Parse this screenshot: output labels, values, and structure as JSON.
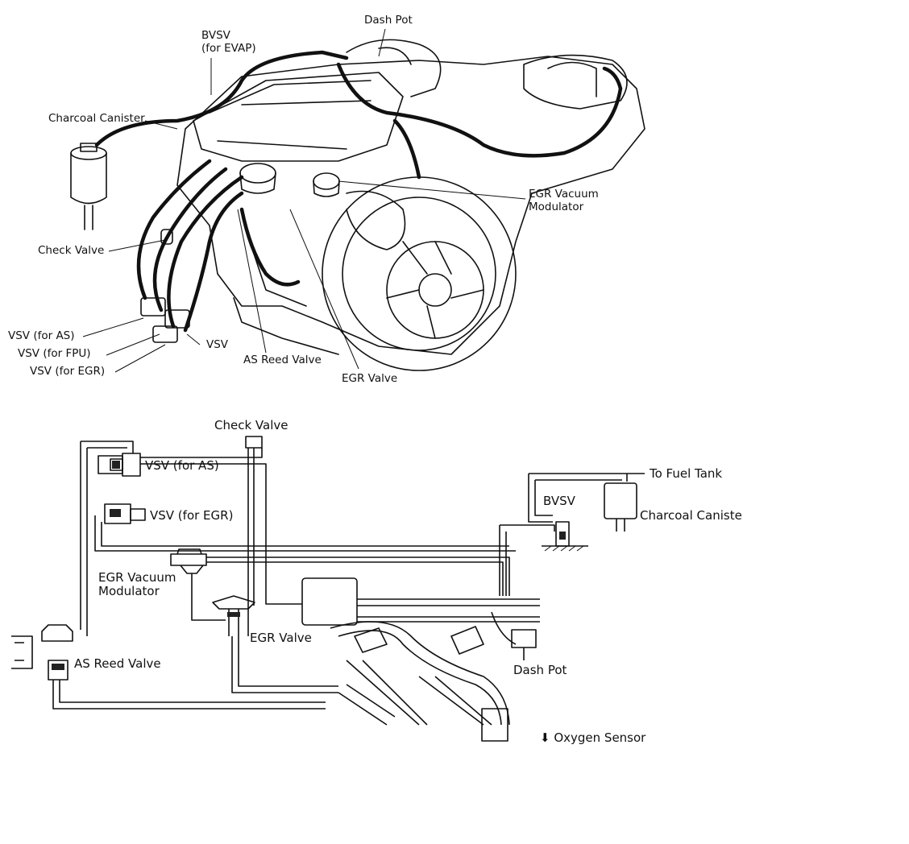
{
  "engine_view": {
    "labels": {
      "dash_pot": "Dash Pot",
      "bvsv": "BVSV\n(for EVAP)",
      "charcoal_canister": "Charcoal Canister",
      "egr_vacuum_modulator": "EGR Vacuum\nModulator",
      "check_valve": "Check Valve",
      "vsv_as": "VSV (for AS)",
      "vsv_fpu": "VSV (for FPU)",
      "vsv_egr": "VSV (for EGR)",
      "vsv": "VSV",
      "as_reed_valve": "AS Reed Valve",
      "egr_valve": "EGR Valve"
    }
  },
  "schematic": {
    "labels": {
      "check_valve": "Check Valve",
      "vsv_as": "VSV (for AS)",
      "vsv_egr": "VSV (for EGR)",
      "to_fuel_tank": "To Fuel Tank",
      "bvsv": "BVSV",
      "charcoal_canister": "Charcoal Caniste",
      "egr_vacuum_modulator": "EGR Vacuum\nModulator",
      "egr_valve": "EGR Valve",
      "as_reed_valve": "AS Reed Valve",
      "dash_pot": "Dash Pot",
      "oxygen_sensor": "⬇ Oxygen Sensor"
    }
  }
}
